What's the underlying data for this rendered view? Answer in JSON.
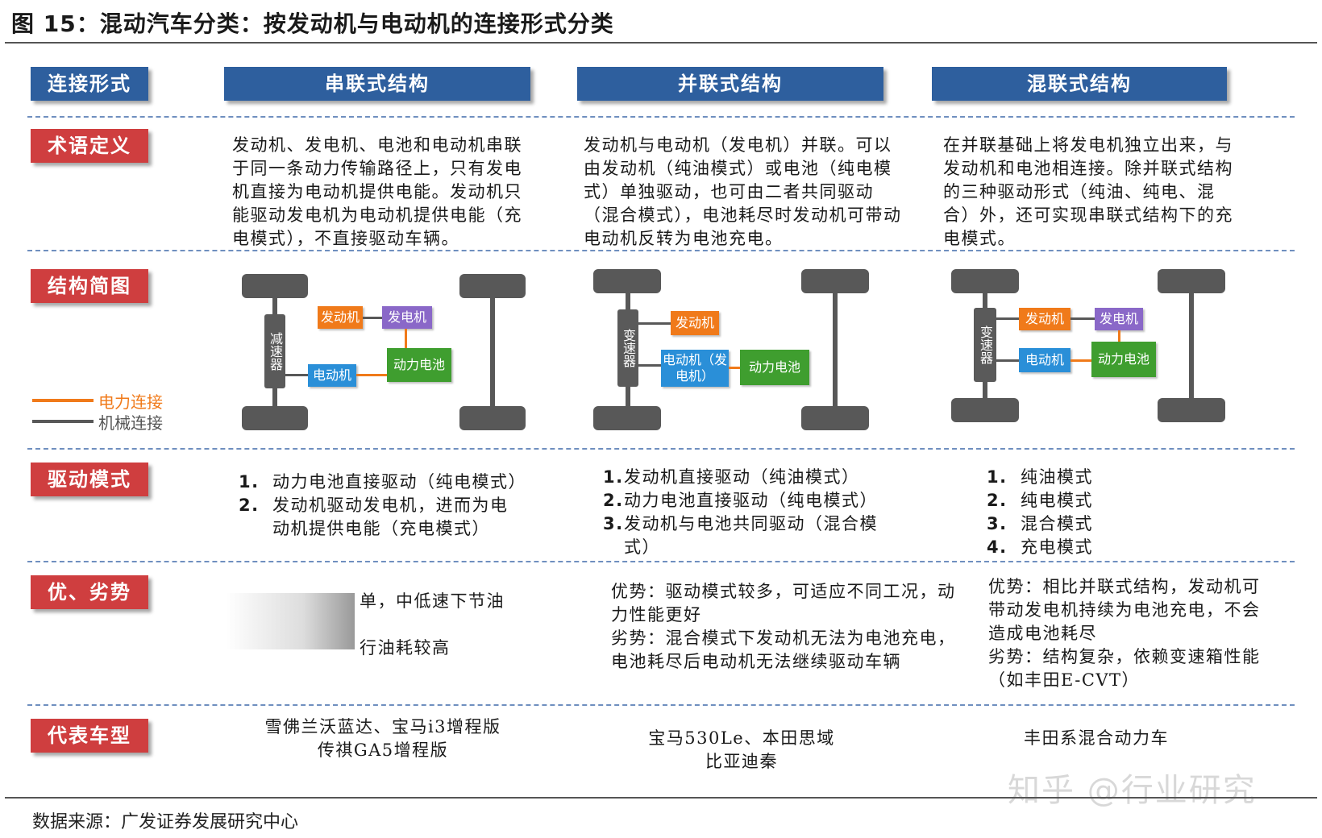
{
  "title": "图 15：混动汽车分类：按发动机与电动机的连接形式分类",
  "source": "数据来源：广发证券发展研究中心",
  "watermark": "知乎 @行业研究",
  "colors": {
    "header_blue": "#2e5f9e",
    "row_red": "#cf3e3f",
    "electric": "#f07a1a",
    "mechanical": "#585858"
  },
  "headers": {
    "col0": "连接形式",
    "series": "串联式结构",
    "parallel": "并联式结构",
    "hybrid": "混联式结构"
  },
  "rows": {
    "definition": "术语定义",
    "diagram": "结构简图",
    "drive_modes": "驱动模式",
    "pros_cons": "优、劣势",
    "models": "代表车型"
  },
  "definitions": {
    "series": "发动机、发电机、电池和电动机串联于同一条动力传输路径上，只有发电机直接为电动机提供电能。发动机只能驱动发电机为电动机提供电能（充电模式），不直接驱动车辆。",
    "parallel": "发动机与电动机（发电机）并联。可以由发动机（纯油模式）或电池（纯电模式）单独驱动，也可由二者共同驱动（混合模式），电池耗尽时发动机可带动电动机反转为电池充电。",
    "hybrid": "在并联基础上将发电机独立出来，与发动机和电池相连接。除并联式结构的三种驱动形式（纯油、纯电、混合）外，还可实现串联式结构下的充电模式。"
  },
  "diagrams": {
    "series": {
      "gearbox": "减速器",
      "engine": "发动机",
      "generator": "发电机",
      "motor": "电动机",
      "battery": "动力电池"
    },
    "parallel": {
      "gearbox": "变速器",
      "engine": "发动机",
      "motor": "电动机（发电机）",
      "battery": "动力电池"
    },
    "hybrid": {
      "gearbox": "变速器",
      "engine": "发动机",
      "generator": "发电机",
      "motor": "电动机",
      "battery": "动力电池"
    }
  },
  "legend": {
    "electric": "电力连接",
    "mechanical": "机械连接"
  },
  "drive_modes": {
    "series": [
      {
        "num": "1.",
        "text": "动力电池直接驱动（纯电模式）"
      },
      {
        "num": "2.",
        "text": "发动机驱动发电机，进而为电动机提供电能（充电模式）"
      }
    ],
    "parallel": [
      {
        "num": "1.",
        "text": "发动机直接驱动（纯油模式）"
      },
      {
        "num": "2.",
        "text": "动力电池直接驱动（纯电模式）"
      },
      {
        "num": "3.",
        "text": "发动机与电池共同驱动（混合模式）"
      }
    ],
    "hybrid": [
      {
        "num": "1.",
        "text": "纯油模式"
      },
      {
        "num": "2.",
        "text": "纯电模式"
      },
      {
        "num": "3.",
        "text": "混合模式"
      },
      {
        "num": "4.",
        "text": "充电模式"
      }
    ]
  },
  "pros_cons": {
    "series_line1": "单，中低速下节油",
    "series_line2": "行油耗较高",
    "parallel": "优势：驱动模式较多，可适应不同工况，动力性能更好\n劣势：混合模式下发动机无法为电池充电，电池耗尽后电动机无法继续驱动车辆",
    "hybrid": "优势：相比并联式结构，发动机可带动发电机持续为电池充电，不会造成电池耗尽\n劣势：结构复杂，依赖变速箱性能（如丰田E-CVT）"
  },
  "models": {
    "series": "雪佛兰沃蓝达、宝马i3增程版\n传祺GA5增程版",
    "parallel": "宝马530Le、本田思域\n比亚迪秦",
    "hybrid": "丰田系混合动力车"
  }
}
